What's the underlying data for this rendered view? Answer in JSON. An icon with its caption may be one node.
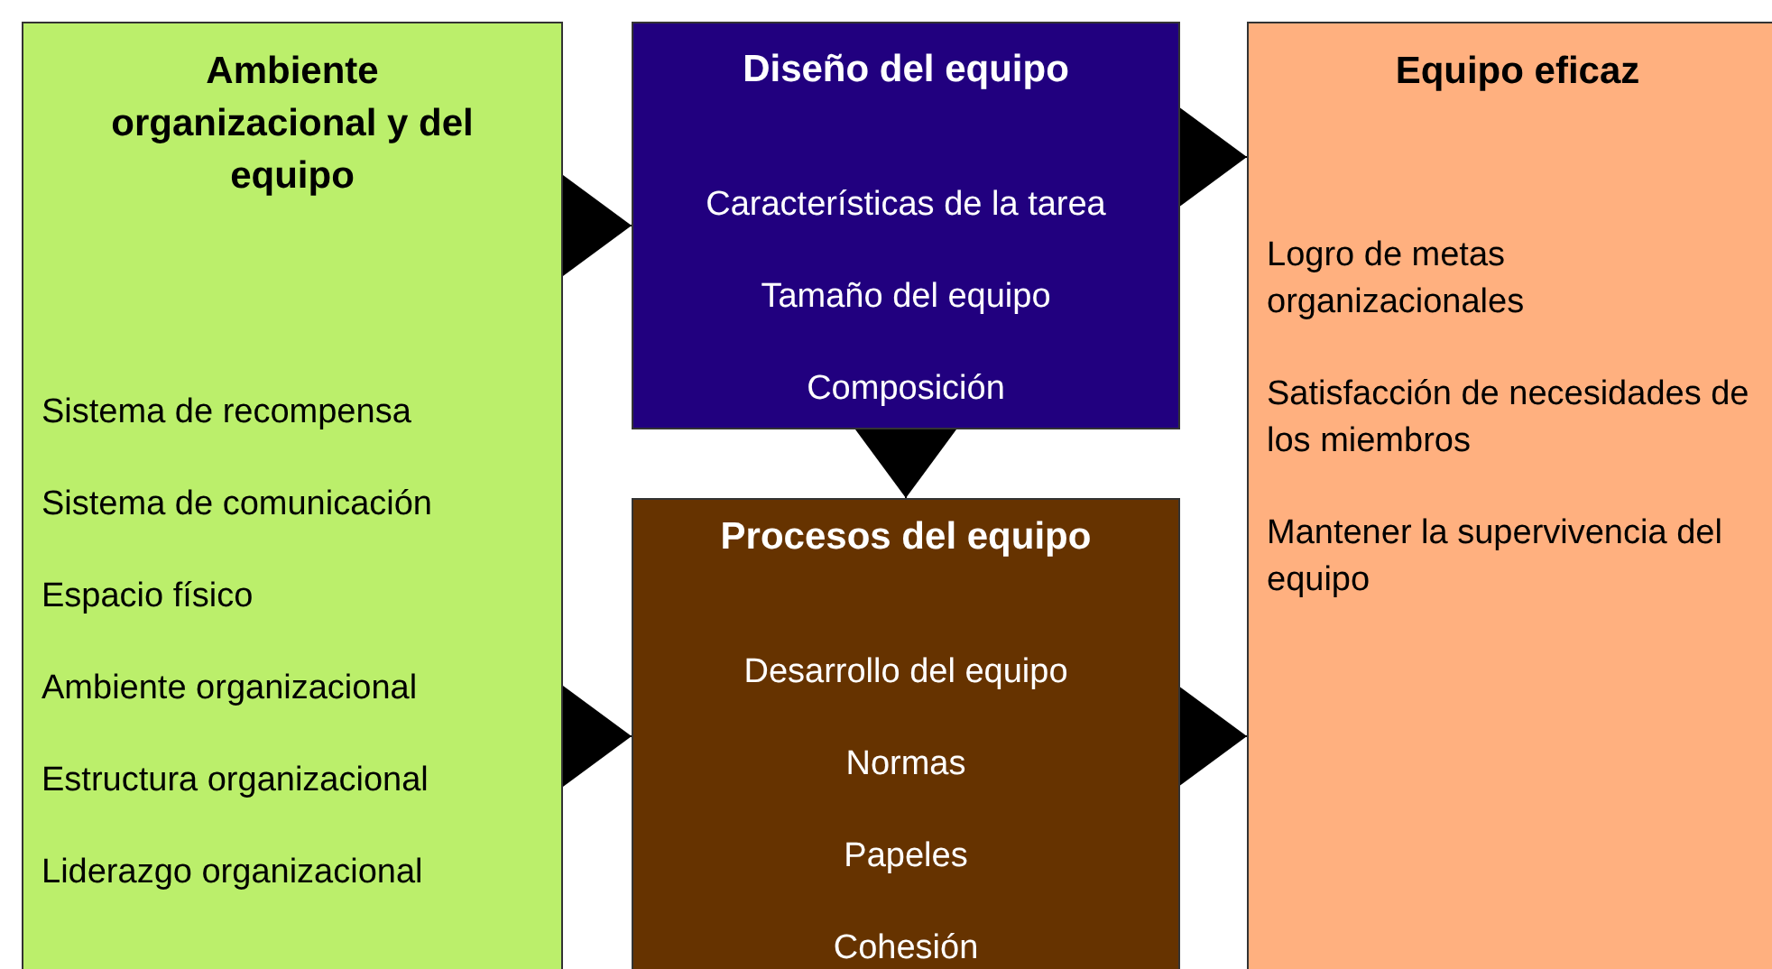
{
  "diagram": {
    "nodes": [
      {
        "text": [
          "Ambiente organizacional y del equipo",
          "Sistema de recompensa",
          "Sistema de comunicación",
          "Espacio físico",
          "Ambiente organizacional",
          "Estructura organizacional",
          "Liderazgo organizacional"
        ]
      },
      {
        "text": [
          "Diseño del equipo",
          "Características de la tarea",
          "Tamaño del equipo",
          "Composición"
        ]
      },
      {
        "text": [
          "Procesos del equipo",
          "Desarrollo del equipo",
          "Normas",
          "Papeles",
          "Cohesión"
        ]
      },
      {
        "text": [
          "Equipo eficaz",
          "Logro de metas organizacionales",
          "Satisfacción de necesidades de los miembros",
          "Mantener la supervivencia del equipo"
        ]
      }
    ],
    "edges": [
      {
        "from": 0,
        "to": 1,
        "arrow": "to"
      },
      {
        "from": 0,
        "to": 2,
        "arrow": "to"
      },
      {
        "from": 1,
        "to": 2,
        "arrow": "to"
      },
      {
        "from": 1,
        "to": 3,
        "arrow": "to"
      },
      {
        "from": 2,
        "to": 3,
        "arrow": "to"
      }
    ]
  }
}
